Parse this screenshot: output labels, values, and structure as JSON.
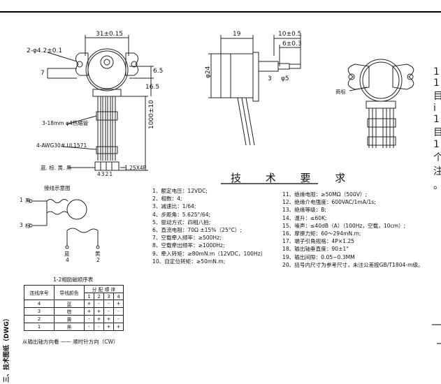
{
  "top_drawing": {
    "width_dim": "31±0.15",
    "hole_dim": "2-φ4.2±0.1",
    "dim_7": "7",
    "dim_6_5": "6.5",
    "dim_16_5": "16.5",
    "sleeve_label": "3-18mm φ4热缩管",
    "wire_label": "4-AWG30# UL1571",
    "length_dim": "1000±10",
    "colors_label": "蓝. 棕. 黄. 黑",
    "connector_label": "1.25X4P",
    "pin_numbers": "4321"
  },
  "side_drawing": {
    "dim_19": "19",
    "dim_10": "10±0.5",
    "dim_6": "6±0.3",
    "dim_24": "φ24",
    "dim_3": "3",
    "dim_5": "φ5"
  },
  "front_drawing": {
    "label": "商标"
  },
  "schematic": {
    "title": "接线示意图",
    "pin1": "1",
    "color1": "黑",
    "pin3": "3",
    "color3": "棕",
    "bottom_left_color": "蓝",
    "bottom_left_num": "4",
    "bottom_right_color": "黄",
    "bottom_right_num": "2"
  },
  "table": {
    "title": "1-2相励磁顺序表",
    "col_seq": "连线序号",
    "col_color": "导线颜色",
    "col_order": "分 配 顺 序",
    "steps": [
      "1",
      "2",
      "3",
      "4"
    ],
    "rows": [
      {
        "seq": "4",
        "color": "蓝",
        "marks": [
          "+",
          "-",
          "-",
          "+"
        ]
      },
      {
        "seq": "3",
        "color": "棕",
        "marks": [
          "+",
          "+",
          "-",
          "-"
        ]
      },
      {
        "seq": "2",
        "color": "黄",
        "marks": [
          "-",
          "+",
          "+",
          "-"
        ]
      },
      {
        "seq": "1",
        "color": "黑",
        "marks": [
          "-",
          "-",
          "+",
          "+"
        ]
      }
    ],
    "direction": "从输出轴方向看 —— 顺时针方向（CW）"
  },
  "specs": {
    "title": "技 术 要 求",
    "left": [
      "1、额定电压：12VDC;",
      "2、相数：4;",
      "3、减速比：1/64;",
      "4、步距角：5.625°/64;",
      "5、驱动方式：四相八拍;",
      "6、直流电阻：70Ω ±15%（25°C）;",
      "7、空载牵入频率：≥500Hz;",
      "8、空载牵出频率：≥1000Hz;",
      "9、牵入转矩：≥80mN.m（12VDC，100Hz）",
      "10、自定位转矩：≥50mN.m;"
    ],
    "right": [
      "11、绝缘电阻：≥50MΩ（500V）;",
      "12、绝缘介电强度：600VAC/1mA/1s;",
      "13、绝缘等级：B;",
      "14、温升：≤60K;",
      "15、噪声：≤40dB（A）（100Hz，空载，10cm）;",
      "16、摩擦力矩：60～294mN.m;",
      "17、端子引角规格：4P×1.25",
      "18、输出轴垂直度：90±1°",
      "19、输出间隙：0.05~0.3MM",
      "20、括号内尺寸为参考尺寸，未注公差按GB/T1804-m级。"
    ]
  },
  "sidebar_label": "三、技术图纸（DWG）",
  "right_edge_chars": [
    "1",
    "1",
    "目",
    "i",
    "1",
    "目",
    "1",
    "个",
    "注",
    "。"
  ]
}
